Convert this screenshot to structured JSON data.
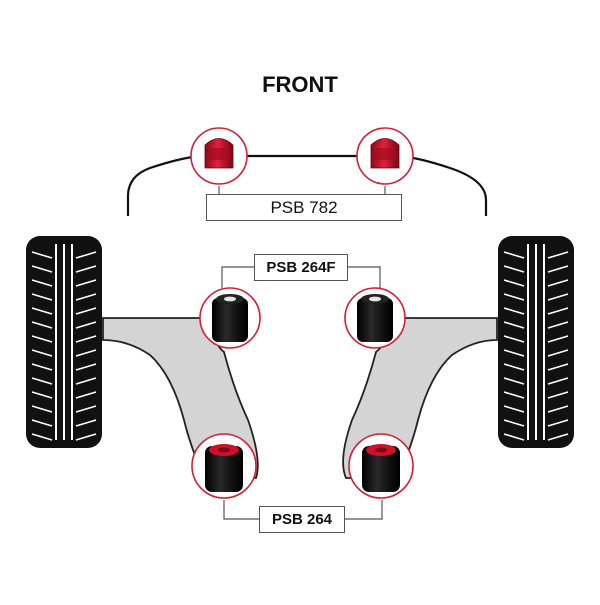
{
  "diagram": {
    "orientation_label": "FRONT",
    "parts": [
      {
        "id": "anti-roll-bar-bush",
        "code": "PSB 782",
        "bush_color": "#c8102e",
        "count": 2
      },
      {
        "id": "front-arm-bush",
        "code": "PSB 264F",
        "bush_color": "#111111",
        "count": 2
      },
      {
        "id": "rear-arm-bush",
        "code": "PSB 264",
        "bush_color": "#c8102e",
        "count": 2
      }
    ],
    "colors": {
      "highlight_ring": "#d11f35",
      "polyurethane_red": "#c8102e",
      "arm_fill": "#d4d4d4",
      "tyre": "#111111"
    }
  }
}
